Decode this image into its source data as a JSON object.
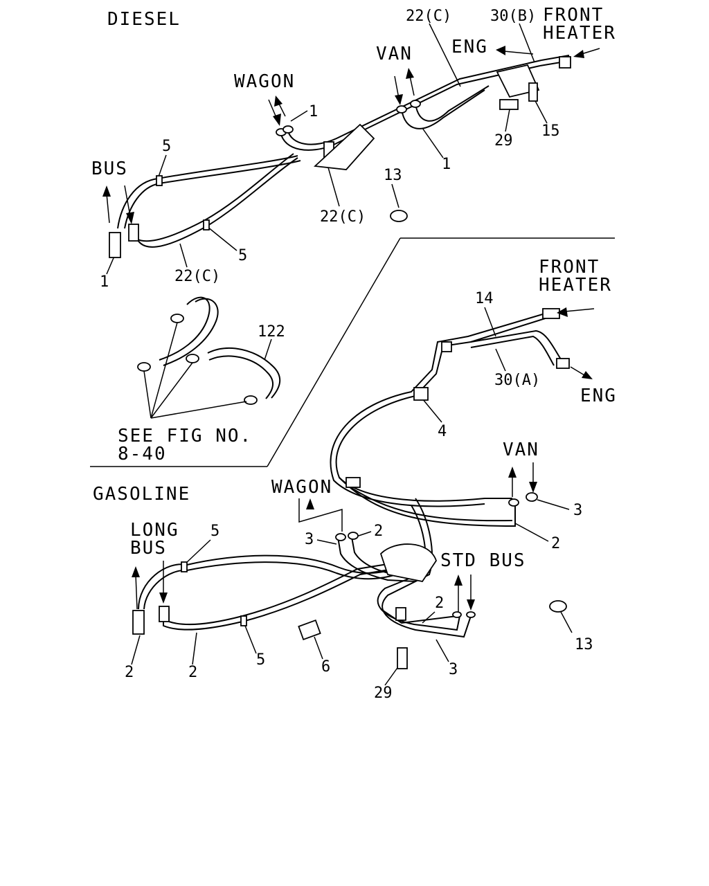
{
  "diesel": {
    "section_title": "DIESEL",
    "labels": {
      "front_heater_line1": "FRONT",
      "front_heater_line2": "HEATER",
      "eng": "ENG",
      "van": "VAN",
      "wagon": "WAGON",
      "bus": "BUS"
    },
    "callouts": {
      "p22c_top": "22(C)",
      "p30b": "30(B)",
      "p1_wagon": "1",
      "p1_van": "1",
      "p29": "29",
      "p15": "15",
      "p5_upper": "5",
      "p22c_mid": "22(C)",
      "p13": "13",
      "p5_lower": "5",
      "p1_bus": "1",
      "p22c_bottom": "22(C)"
    }
  },
  "detail": {
    "callout_122": "122",
    "see_fig_line1": "SEE FIG NO.",
    "see_fig_line2": "8-40"
  },
  "gasoline": {
    "section_title": "GASOLINE",
    "labels": {
      "front_heater_line1": "FRONT",
      "front_heater_line2": "HEATER",
      "eng": "ENG",
      "van": "VAN",
      "wagon": "WAGON",
      "long_bus_line1": "LONG",
      "long_bus_line2": "BUS",
      "std_bus": "STD BUS"
    },
    "callouts": {
      "p14": "14",
      "p30a": "30(A)",
      "p4": "4",
      "p3_van": "3",
      "p2_van": "2",
      "p3_wagon": "3",
      "p2_wagon": "2",
      "p5_upper": "5",
      "p2_stdbus": "2",
      "p13": "13",
      "p2_left1": "2",
      "p2_left2": "2",
      "p5_lower": "5",
      "p6": "6",
      "p3_bottom": "3",
      "p29": "29"
    }
  }
}
